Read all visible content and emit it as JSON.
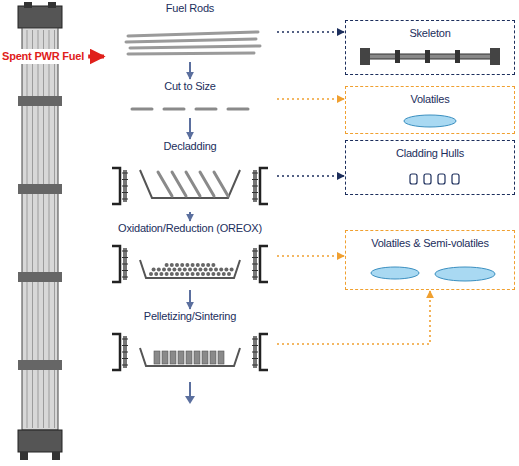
{
  "diagram": {
    "nodes": [
      {
        "text": [
          "Spent PWR Fuel"
        ]
      },
      {
        "text": [
          "Fuel Rods"
        ]
      },
      {
        "text": [
          "Skeleton"
        ]
      },
      {
        "text": [
          "Cut to Size"
        ]
      },
      {
        "text": [
          "Volatiles"
        ]
      },
      {
        "text": [
          "Decladding"
        ]
      },
      {
        "text": [
          "Cladding Hulls"
        ]
      },
      {
        "text": [
          "Oxidation/Reduction (OREOX)"
        ]
      },
      {
        "text": [
          "Volatiles & Semi-volatiles"
        ]
      },
      {
        "text": [
          "Pelletizing/Sintering"
        ]
      }
    ],
    "edges": [
      {
        "from": 0,
        "to": 1,
        "arrow": "to"
      },
      {
        "from": 1,
        "to": 3,
        "arrow": "to"
      },
      {
        "from": 3,
        "to": 5,
        "arrow": "to"
      },
      {
        "from": 5,
        "to": 7,
        "arrow": "to"
      },
      {
        "from": 7,
        "to": 9,
        "arrow": "to"
      },
      {
        "from": 1,
        "to": 2,
        "arrow": "to"
      },
      {
        "from": 3,
        "to": 4,
        "arrow": "to"
      },
      {
        "from": 5,
        "to": 6,
        "arrow": "to"
      },
      {
        "from": 7,
        "to": 8,
        "arrow": "to"
      },
      {
        "from": 9,
        "to": 8,
        "arrow": "to"
      }
    ]
  }
}
